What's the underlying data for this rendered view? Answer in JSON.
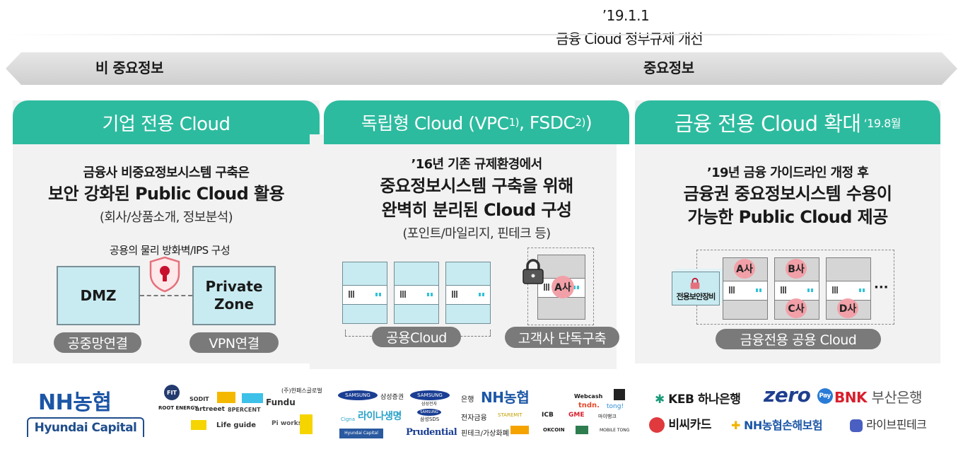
{
  "header": {
    "date": "’19.1.1",
    "regulation": "금융 Cloud 정부규제 개선",
    "left_label": "비 중요정보",
    "right_label": "중요정보"
  },
  "panel1": {
    "title": "기업 전용 Cloud",
    "line1": "금융사 비중요정보시스템 구축은",
    "line2": "보안 강화된 Public Cloud 활용",
    "note": "(회사/상품소개, 정보분석)",
    "firewall_label": "공용의 물리 방화벽/IPS 구성",
    "box_dmz": "DMZ",
    "box_private": "Private Zone",
    "pill_public": "공중망연결",
    "pill_vpn": "VPN연결"
  },
  "panel2": {
    "title_main": "독립형 Cloud (VPC",
    "title_sup1": "1)",
    "title_mid": ", FSDC",
    "title_sup2": "2)",
    "title_end": ")",
    "line1": "’16년 기존 규제환경에서",
    "line2": "중요정보시스템 구축을 위해",
    "line3": "완벽히 분리된 Cloud 구성",
    "note": "(포인트/마일리지, 핀테크 등)",
    "badge": "A사",
    "pill_shared": "공용Cloud",
    "pill_dedicated": "고객사 단독구축"
  },
  "panel3": {
    "title": "금융 전용 Cloud 확대",
    "title_date": "‘19.8월",
    "line1": "’19년 금융 가이드라인 개정 후",
    "line2": "금융권 중요정보시스템 수용이",
    "line3": "가능한 Public Cloud 제공",
    "security_label": "전용보안장비",
    "badges": [
      "A사",
      "B사",
      "C사",
      "D사"
    ],
    "ellipsis": "···",
    "pill": "금융전용 공용 Cloud"
  },
  "logos": {
    "nh": "NH농협",
    "hyundai": "Hyundai Capital",
    "fit": "FIT",
    "hana_gold": "(주)한패스글로벌",
    "sodit": "SODIT",
    "root_energy": "ROOT ENERGY",
    "arteeet": "artreeet",
    "percent": "8PERCENT",
    "fundu": "Fundu",
    "life_guide": "Life guide",
    "piworks": "Pi works",
    "samsung": "SAMSUNG",
    "samsung_sec": "삼성증권",
    "samsung_elec": "삼성전자",
    "cigna_en": "Cigna",
    "cigna": "라이나생명",
    "samsung_sds": "삼성SDS",
    "hyundai_small": "Hyundai Capital",
    "prudential": "Prudential",
    "cat_bank": "은행",
    "nh2": "NH농협",
    "webcash": "Webcash",
    "cat_efin": "전자금융",
    "staremit": "STAREMIT",
    "icb": "ICB",
    "gme": "GME",
    "tndn": "tndn.",
    "tong": "tong!",
    "mybank": "마이뱅크",
    "cat_fintech": "핀테크/가상화폐",
    "okcoin": "OKCOIN",
    "mobile": "MOBILE TONG",
    "keb": "KEB 하나은행",
    "zero": "zero",
    "pay": "Pay",
    "bnk": "BNK",
    "busan": "부산은행",
    "bc": "비씨카드",
    "nh_ins": "NH농협손해보험",
    "live": "라이브핀테크"
  },
  "colors": {
    "teal": "#2dbb9f",
    "panel_bg": "#f2f2f2",
    "box_fill": "#c8ebf1",
    "pill": "#7a7a7a",
    "badge": "#f2a0a8",
    "nh_blue": "#1c56a6",
    "nh_green": "#2ca34a"
  }
}
